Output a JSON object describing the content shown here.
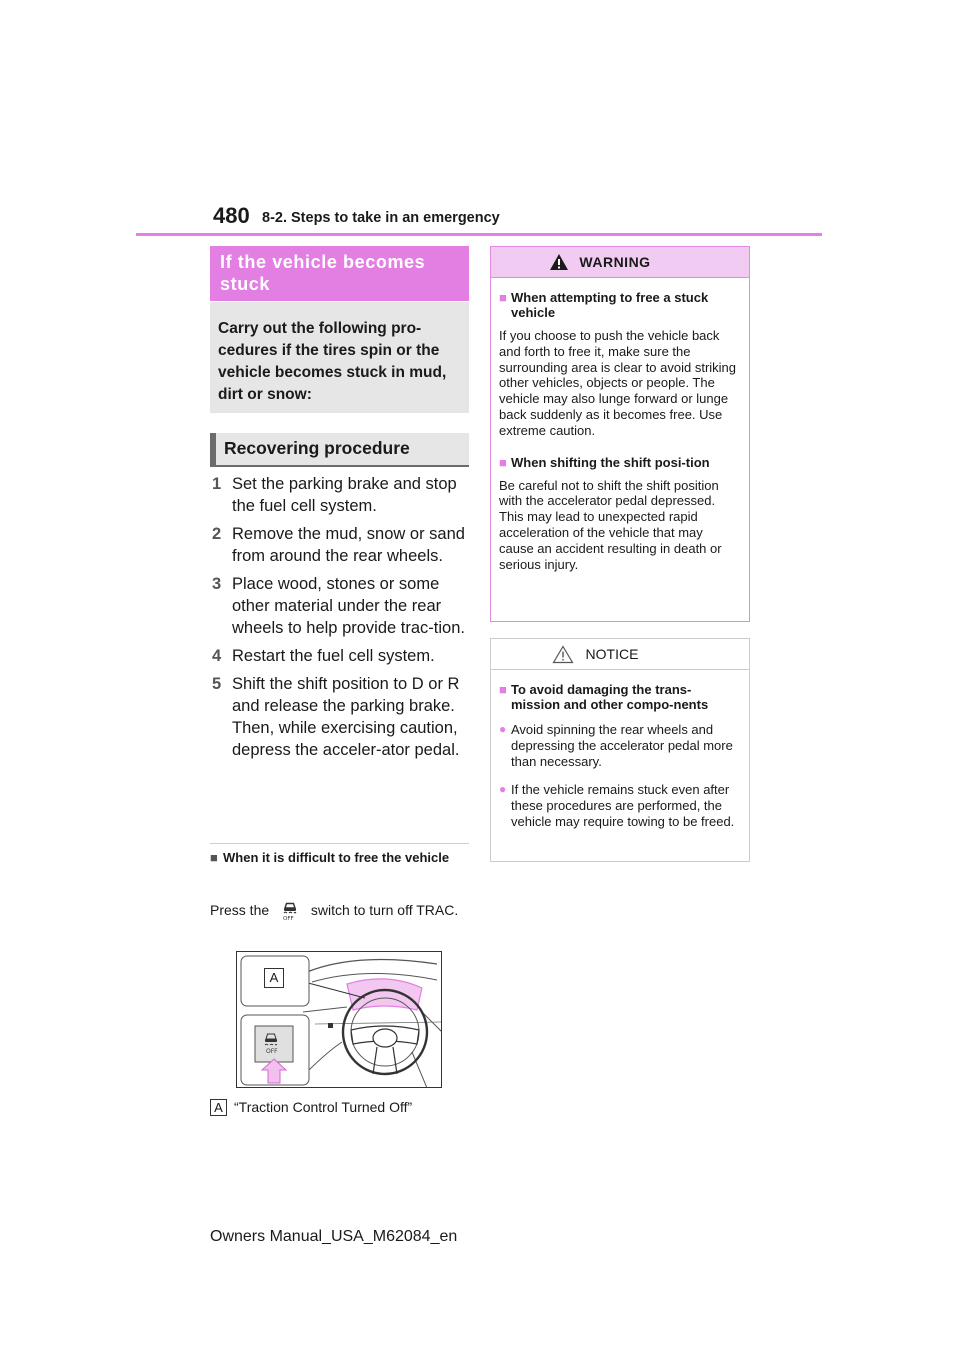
{
  "header": {
    "page_number": "480",
    "section": "8-2. Steps to take in an emergency"
  },
  "main": {
    "title": "If the vehicle becomes stuck",
    "intro": "Carry out the following pro-cedures if the tires spin or the vehicle becomes stuck in mud, dirt or snow:",
    "procedure_heading": "Recovering procedure",
    "steps": [
      {
        "num": "1",
        "text": "Set the parking brake and stop the fuel cell system."
      },
      {
        "num": "2",
        "text": "Remove the mud, snow or sand from around the rear wheels."
      },
      {
        "num": "3",
        "text": "Place wood, stones or some other material under the rear wheels to help provide trac-tion."
      },
      {
        "num": "4",
        "text": "Restart the fuel cell system."
      },
      {
        "num": "5",
        "text": "Shift the shift position to D or R and release the parking brake. Then, while exercising caution, depress the acceler-ator pedal."
      }
    ],
    "note": {
      "marker": "■",
      "heading": "When it is difficult to free the vehicle",
      "text_before": "Press the",
      "text_after": "switch to turn off TRAC."
    },
    "figure": {
      "label_a": "A",
      "switch_label": "OFF"
    },
    "callout": {
      "label": "A",
      "text": "“Traction Control Turned Off”"
    }
  },
  "warning": {
    "title": "WARNING",
    "marker": "■",
    "sections": [
      {
        "heading": "When attempting to free a stuck vehicle",
        "body": "If you choose to push the vehicle back and forth to free it, make sure the surrounding area is clear to avoid striking other vehicles, objects or people. The vehicle may also lunge forward or lunge back suddenly as it becomes free. Use extreme caution."
      },
      {
        "heading": "When shifting the shift posi-tion",
        "body": "Be careful not to shift the shift position with the accelerator pedal depressed.\nThis may lead to unexpected rapid acceleration of the vehicle that may cause an accident resulting in death or serious injury."
      }
    ]
  },
  "notice": {
    "title": "NOTICE",
    "marker": "■",
    "bullet": "●",
    "heading": "To avoid damaging the trans-mission and other compo-nents",
    "bullets": [
      "Avoid spinning the rear wheels and depressing the accelerator pedal more than necessary.",
      "If the vehicle remains stuck even after these procedures are performed, the vehicle may require towing to be freed."
    ]
  },
  "footer": {
    "text": "Owners Manual_USA_M62084_en"
  },
  "colors": {
    "accent": "#e37fe3",
    "header_rule": "#e57ee5",
    "warning_header": "#f1cbf1",
    "gray_panel": "#e6e6e6"
  }
}
